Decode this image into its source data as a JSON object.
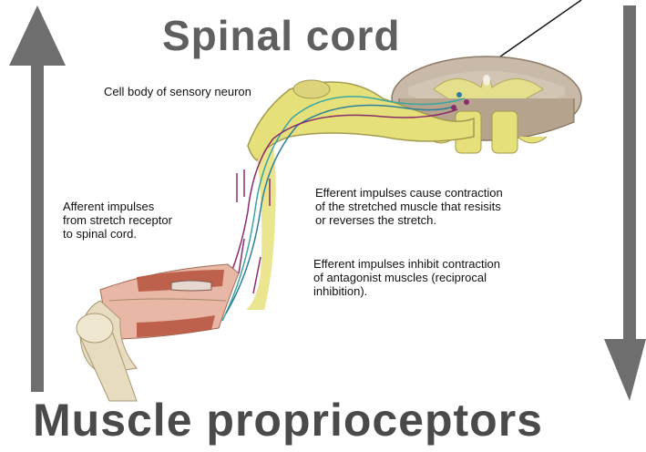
{
  "title_top": "Spinal cord",
  "title_bottom": "Muscle proprioceptors",
  "labels": {
    "cell_body": "Cell body of sensory neuron",
    "afferent": "Afferent impulses\nfrom stretch receptor\nto spinal cord.",
    "efferent_contraction": "Efferent impulses cause contraction\nof the stretched muscle that resisits\nor reverses the stretch.",
    "efferent_inhibit": "Efferent impulses inhibit contraction\nof antagonist muscles (reciprocal\ninhibition)."
  },
  "colors": {
    "arrow_gray": "#6e6e6e",
    "nerve_yellow": "#e6e07a",
    "spinal_gray": "#c9b9a8",
    "sensory_teal": "#3aa7a0",
    "motor_purple": "#8a2c6a",
    "muscle_red": "#b5523d",
    "bone": "#e8dcc0"
  },
  "icons": [
    "up-arrow-icon",
    "down-arrow-icon",
    "pointer-arrow-icon"
  ]
}
